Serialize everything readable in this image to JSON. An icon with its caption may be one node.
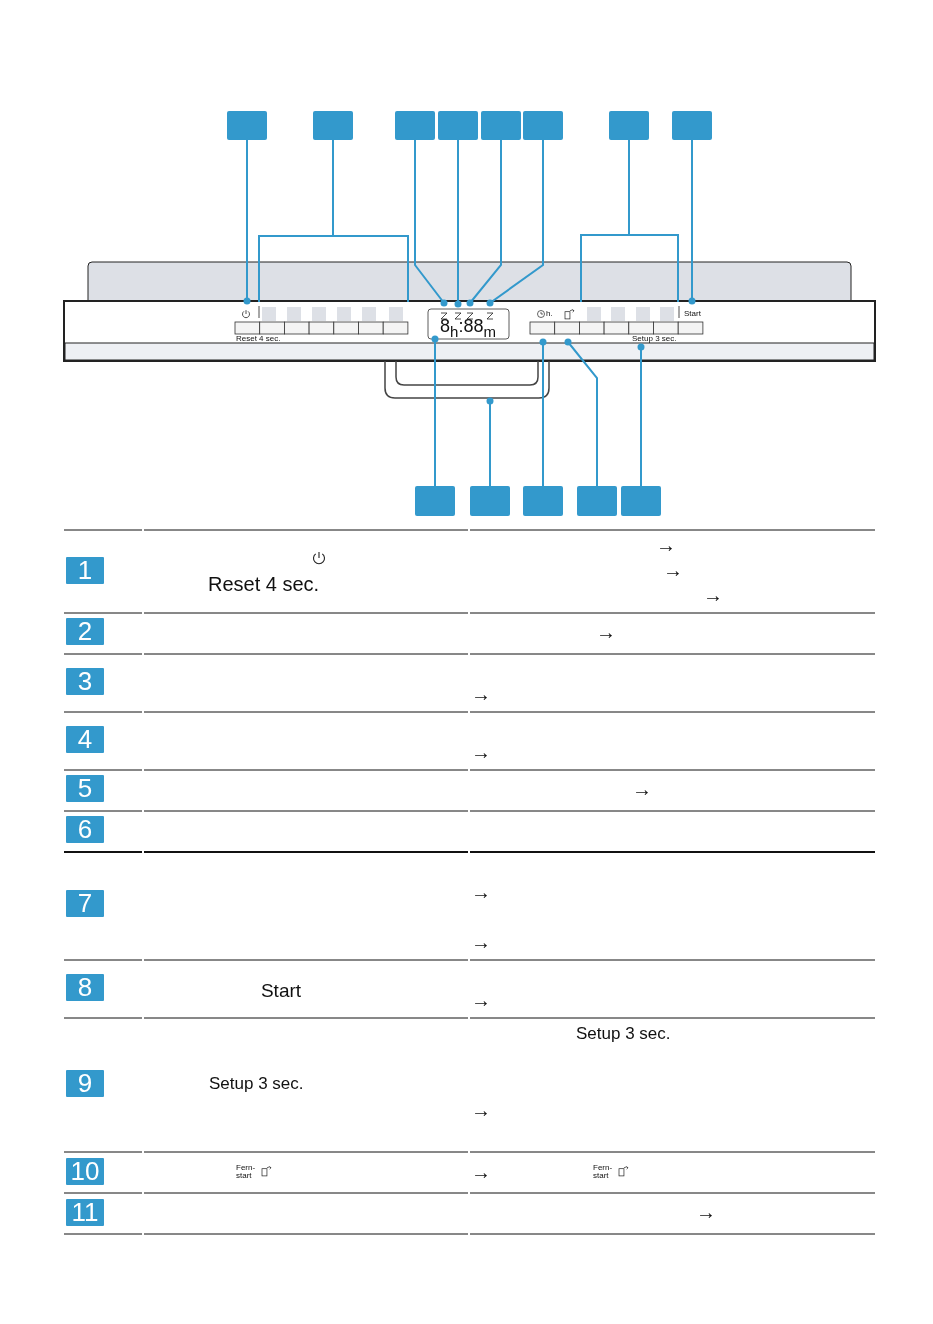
{
  "diagram": {
    "nodes": [
      {
        "text": [],
        "shape": "box"
      },
      {
        "text": [],
        "shape": "box"
      },
      {
        "text": [],
        "shape": "box"
      },
      {
        "text": [],
        "shape": "box"
      },
      {
        "text": [],
        "shape": "box"
      },
      {
        "text": [],
        "shape": "box"
      },
      {
        "text": [],
        "shape": "box"
      },
      {
        "text": [],
        "shape": "box"
      },
      {
        "text": [],
        "shape": "box"
      },
      {
        "text": [],
        "shape": "box"
      },
      {
        "text": [],
        "shape": "box"
      },
      {
        "text": [],
        "shape": "box"
      },
      {
        "text": [],
        "shape": "box"
      },
      {
        "text": [
          "1"
        ]
      },
      {
        "text": [
          "2"
        ]
      },
      {
        "text": [
          "3"
        ]
      },
      {
        "text": [
          "4"
        ]
      },
      {
        "text": [
          "5"
        ]
      },
      {
        "text": [
          "6"
        ]
      },
      {
        "text": [
          "7"
        ]
      },
      {
        "text": [
          "8"
        ]
      },
      {
        "text": [
          "9"
        ]
      },
      {
        "text": [
          "10"
        ]
      },
      {
        "text": [
          "11"
        ]
      },
      {
        "text": [],
        "shape": "box"
      },
      {
        "text": [],
        "shape": "box",
        "in": 24
      },
      {
        "text": [],
        "shape": "handle"
      }
    ],
    "edges": [
      {
        "from": 0,
        "to": 24,
        "arrow": "other"
      },
      {
        "from": 1,
        "to": 24,
        "arrow": "none"
      },
      {
        "from": 2,
        "to": 25,
        "arrow": "other"
      },
      {
        "from": 3,
        "to": 25,
        "arrow": "other"
      },
      {
        "from": 4,
        "to": 25,
        "arrow": "other"
      },
      {
        "from": 5,
        "to": 25,
        "arrow": "other"
      },
      {
        "from": 6,
        "to": 24,
        "arrow": "none"
      },
      {
        "from": 7,
        "to": 24,
        "arrow": "other"
      },
      {
        "from": 8,
        "to": 25,
        "arrow": "other"
      },
      {
        "from": 9,
        "to": 26,
        "arrow": "other"
      },
      {
        "from": 10,
        "to": 24,
        "arrow": "other"
      },
      {
        "from": 11,
        "to": 24,
        "arrow": "other"
      },
      {
        "from": 12,
        "to": 24,
        "arrow": "other"
      }
    ],
    "labels": [
      "h.",
      "Start",
      "8$_{h}$:88$_{m}$",
      "Reset 4 sec.",
      "Setup 3 sec.",
      "Reset 4 sec.",
      "→",
      "→",
      "→",
      "→",
      "→",
      "→",
      "→",
      "→",
      "→",
      "Start",
      "→",
      "Setup 3 sec.",
      "Setup 3 sec.",
      "→",
      "Fern- start",
      "→",
      "Fern- start",
      "→"
    ]
  }
}
